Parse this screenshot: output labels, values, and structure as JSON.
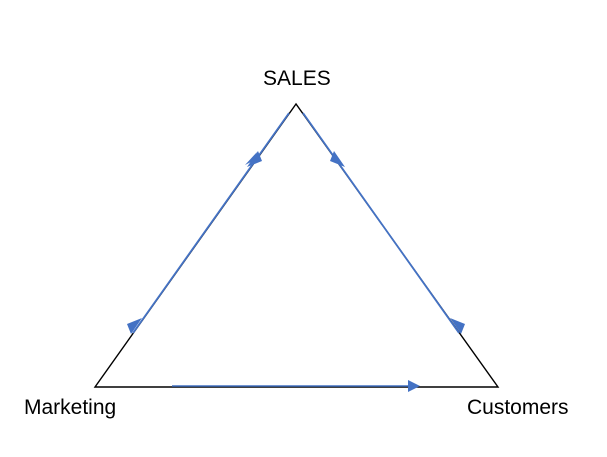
{
  "diagram": {
    "type": "cycle-triangle",
    "background_color": "#ffffff",
    "outline_color": "#000000",
    "arrow_color": "#4472C4",
    "nodes": [
      {
        "id": "sales",
        "label": "SALES",
        "position": "top"
      },
      {
        "id": "marketing",
        "label": "Marketing",
        "position": "bottom-left"
      },
      {
        "id": "customers",
        "label": "Customers",
        "position": "bottom-right"
      }
    ],
    "edges": [
      {
        "id": "marketing-sales",
        "from": "Marketing",
        "to": "SALES",
        "side": "left",
        "arrow_directions": [
          "up",
          "down"
        ]
      },
      {
        "id": "customers-sales",
        "from": "Customers",
        "to": "SALES",
        "side": "right",
        "arrow_directions": [
          "up",
          "down"
        ]
      },
      {
        "id": "marketing-customers",
        "from": "Marketing",
        "to": "Customers",
        "side": "bottom",
        "arrow_directions": [
          "right"
        ]
      }
    ]
  }
}
